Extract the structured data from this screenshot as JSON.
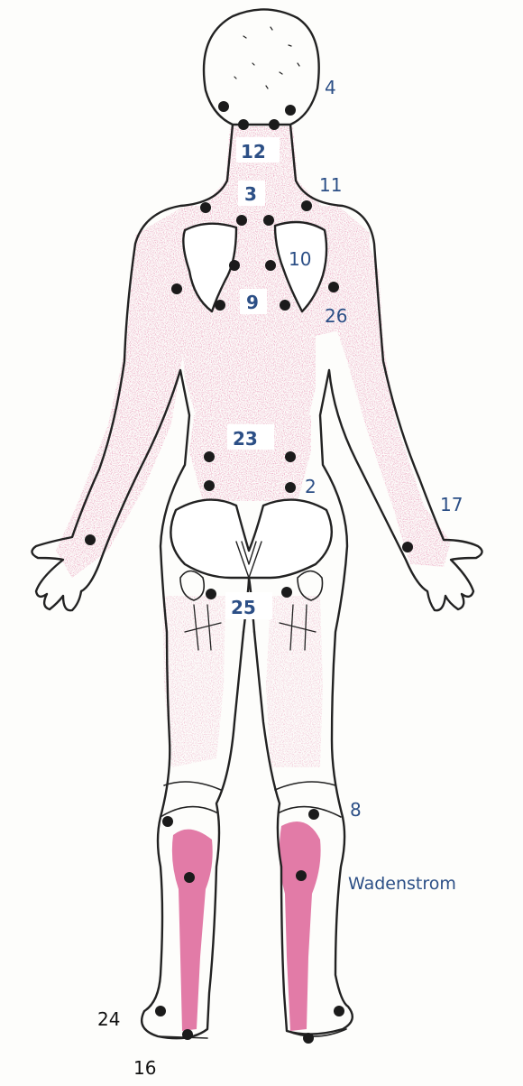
{
  "figure": {
    "title": "",
    "view": "posterior body outline with marked points"
  },
  "colors": {
    "background": "#fdfdfb",
    "outline": "#222222",
    "shading": "#e58aae",
    "shading_dense": "#e0709f",
    "point": "#1b1b1b",
    "label_blue": "#2c4f86",
    "label_black": "#111111"
  },
  "labels": {
    "l4": "4",
    "l12": "12",
    "l3": "3",
    "l11": "11",
    "l10": "10",
    "l9": "9",
    "l26": "26",
    "l23": "23",
    "l2": "2",
    "l17": "17",
    "l25": "25",
    "l8": "8",
    "wadenstrom": "Wadenstrom",
    "l24": "24",
    "l16": "16"
  }
}
